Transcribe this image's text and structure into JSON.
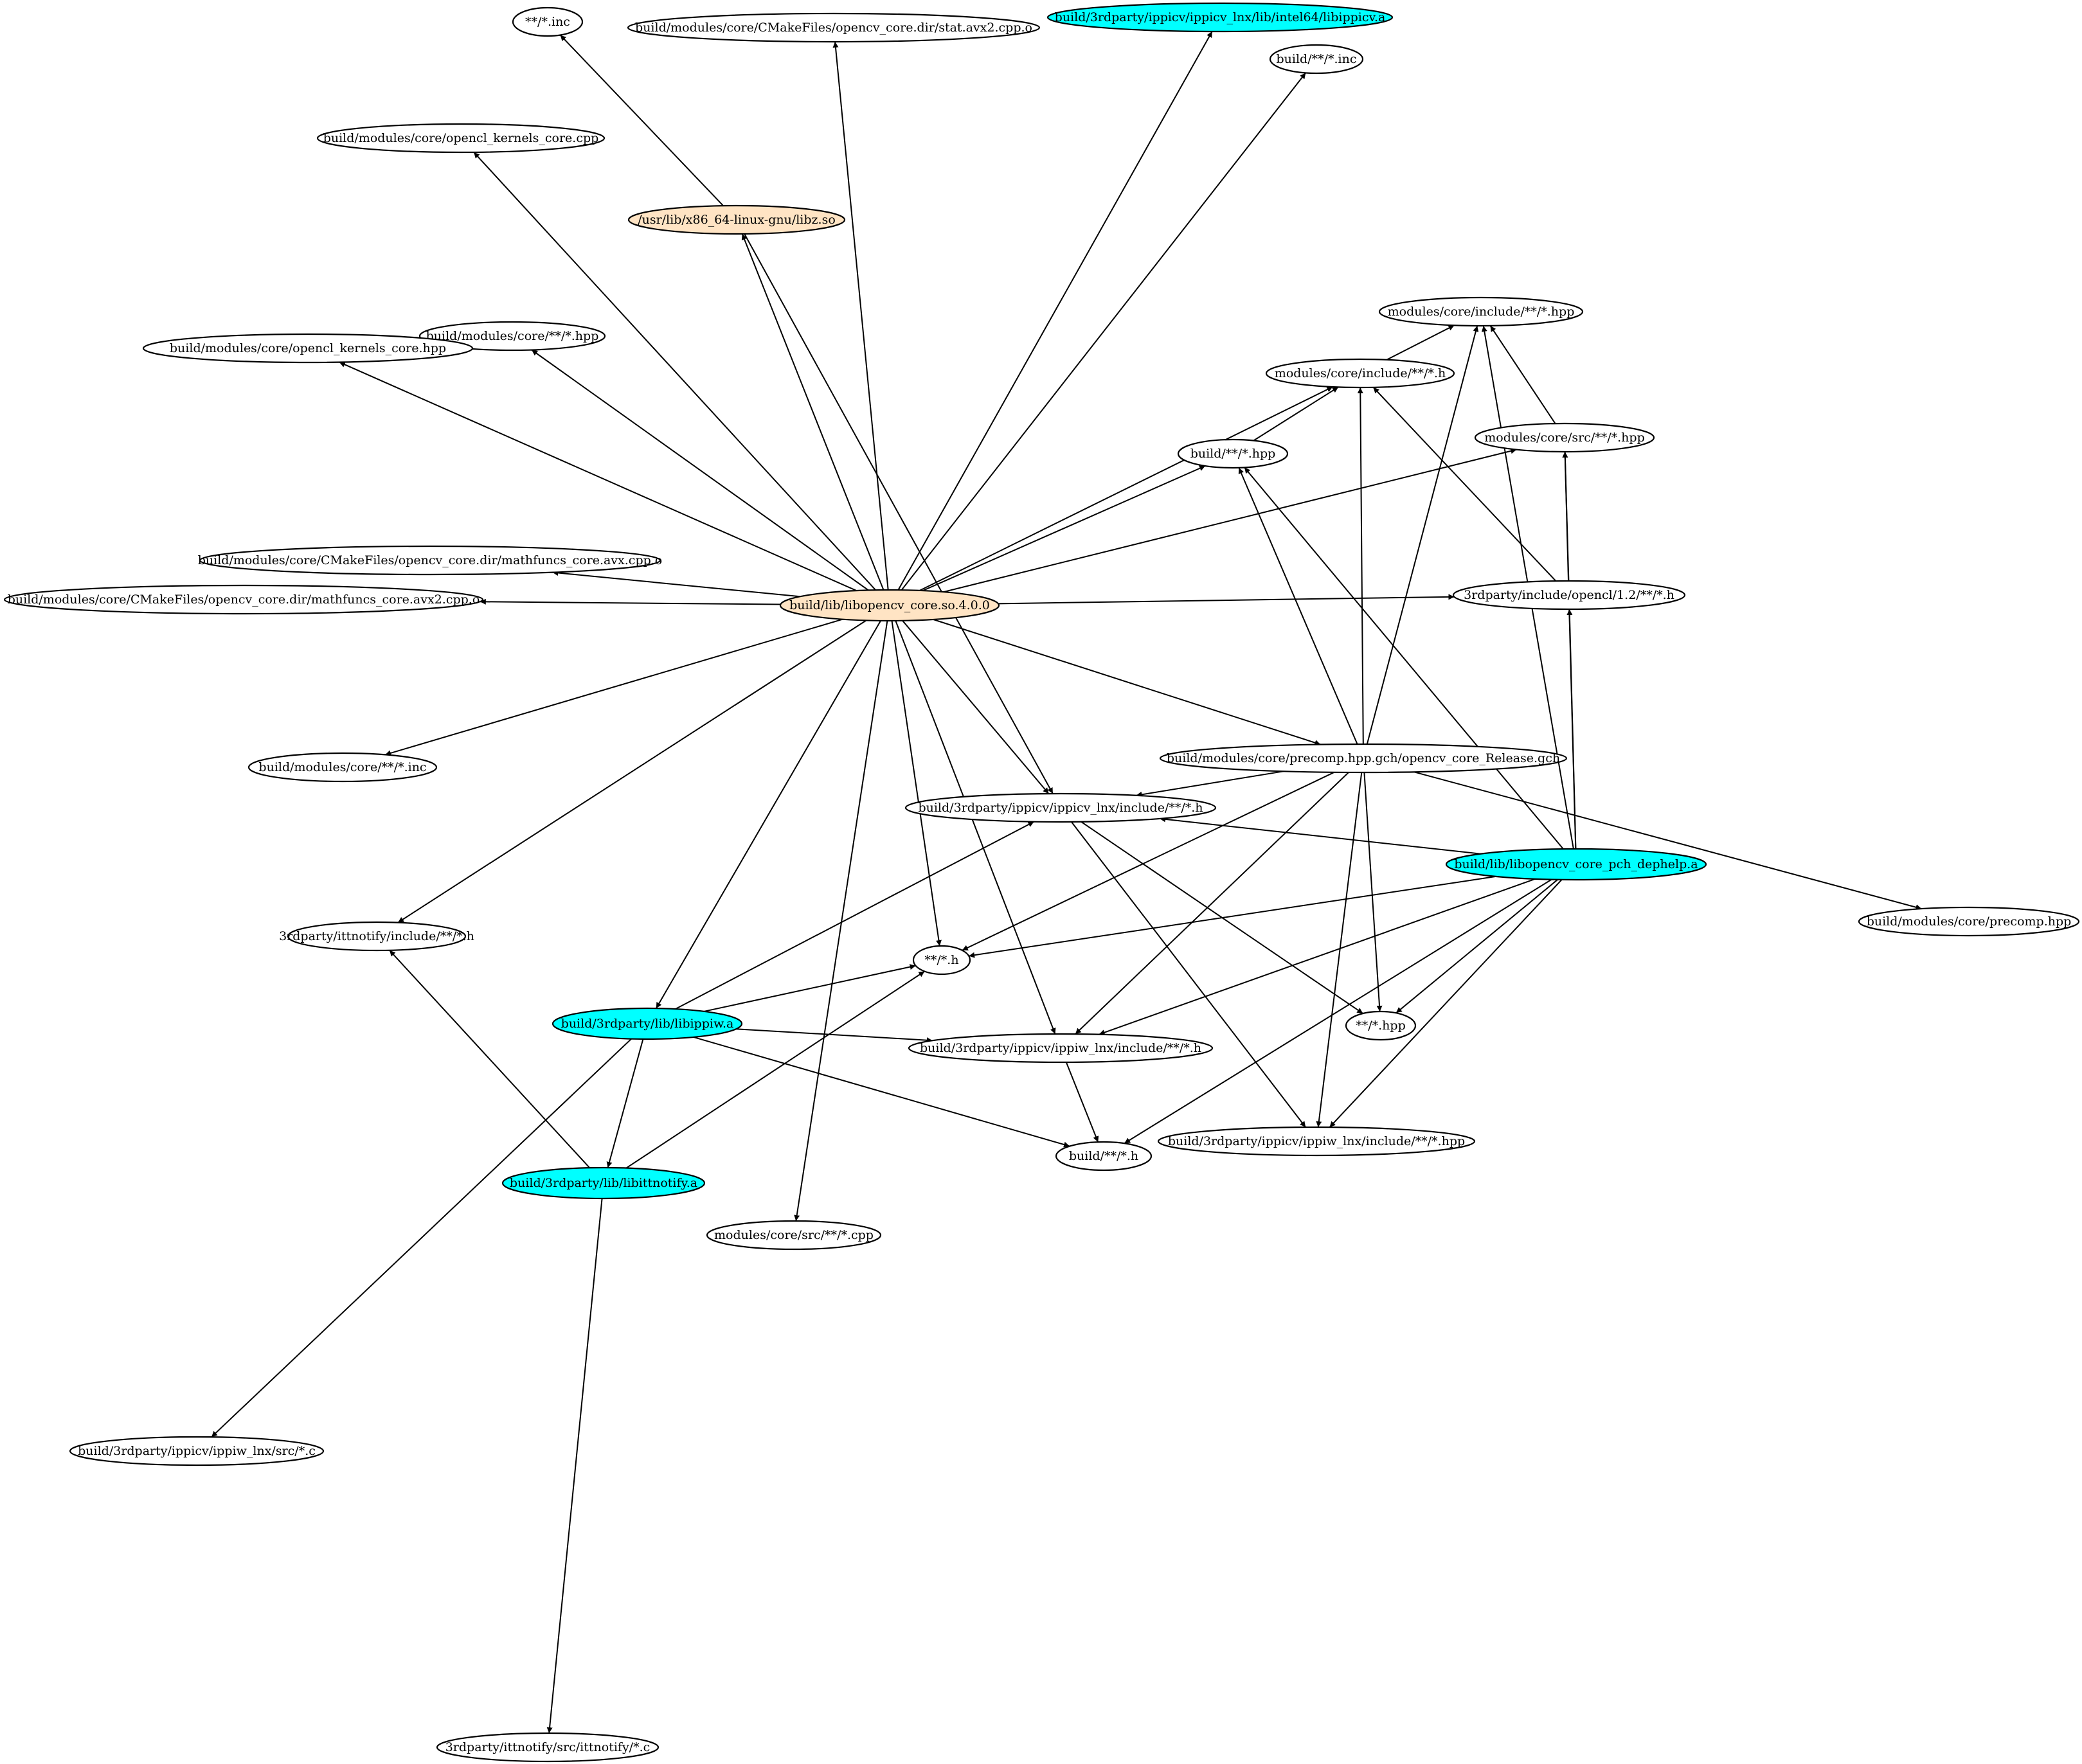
{
  "colors": {
    "default": "#ffffff",
    "tan": "#ffe4c4",
    "cyan": "#00ffff",
    "stroke": "#000000"
  },
  "nodes": [
    {
      "id": "inc",
      "label": "**/*.inc",
      "color": "default"
    },
    {
      "id": "statavx2",
      "label": "build/modules/core/CMakeFiles/opencv_core.dir/stat.avx2.cpp.o",
      "color": "default"
    },
    {
      "id": "libippicv",
      "label": "build/3rdparty/ippicv/ippicv_lnx/lib/intel64/libippicv.a",
      "color": "cyan"
    },
    {
      "id": "buildinc",
      "label": "build/**/*.inc",
      "color": "default"
    },
    {
      "id": "oclcpp",
      "label": "build/modules/core/opencl_kernels_core.cpp",
      "color": "default"
    },
    {
      "id": "libz",
      "label": "/usr/lib/x86_64-linux-gnu/libz.so",
      "color": "tan"
    },
    {
      "id": "modincl_hpp",
      "label": "modules/core/include/**/*.hpp",
      "color": "default"
    },
    {
      "id": "modincl_h",
      "label": "modules/core/include/**/*.h",
      "color": "default"
    },
    {
      "id": "buildmodhpp",
      "label": "build/modules/core/**/*.hpp",
      "color": "default"
    },
    {
      "id": "oclhpp",
      "label": "build/modules/core/opencl_kernels_core.hpp",
      "color": "default"
    },
    {
      "id": "modsrchpp",
      "label": "modules/core/src/**/*.hpp",
      "color": "default"
    },
    {
      "id": "buildhpp",
      "label": "build/**/*.hpp",
      "color": "default"
    },
    {
      "id": "mathavx",
      "label": "build/modules/core/CMakeFiles/opencv_core.dir/mathfuncs_core.avx.cpp.o",
      "color": "default"
    },
    {
      "id": "mathavx2",
      "label": "build/modules/core/CMakeFiles/opencv_core.dir/mathfuncs_core.avx2.cpp.o",
      "color": "default"
    },
    {
      "id": "libcore",
      "label": "build/lib/libopencv_core.so.4.0.0",
      "color": "tan"
    },
    {
      "id": "opencl12",
      "label": "3rdparty/include/opencl/1.2/**/*.h",
      "color": "default"
    },
    {
      "id": "buildmodinc",
      "label": "build/modules/core/**/*.inc",
      "color": "default"
    },
    {
      "id": "pch",
      "label": "build/modules/core/precomp.hpp.gch/opencv_core_Release.gch",
      "color": "default"
    },
    {
      "id": "ippicvincl",
      "label": "build/3rdparty/ippicv/ippicv_lnx/include/**/*.h",
      "color": "default"
    },
    {
      "id": "dephelp",
      "label": "build/lib/libopencv_core_pch_dephelp.a",
      "color": "cyan"
    },
    {
      "id": "precomphpp",
      "label": "build/modules/core/precomp.hpp",
      "color": "default"
    },
    {
      "id": "ittincl",
      "label": "3rdparty/ittnotify/include/**/*.h",
      "color": "default"
    },
    {
      "id": "anyh",
      "label": "**/*.h",
      "color": "default"
    },
    {
      "id": "libippiw",
      "label": "build/3rdparty/lib/libippiw.a",
      "color": "cyan"
    },
    {
      "id": "anyhpp",
      "label": "**/*.hpp",
      "color": "default"
    },
    {
      "id": "ippiwincl",
      "label": "build/3rdparty/ippicv/ippiw_lnx/include/**/*.h",
      "color": "default"
    },
    {
      "id": "ippiwinclhpp",
      "label": "build/3rdparty/ippicv/ippiw_lnx/include/**/*.hpp",
      "color": "default"
    },
    {
      "id": "buildh",
      "label": "build/**/*.h",
      "color": "default"
    },
    {
      "id": "libitt",
      "label": "build/3rdparty/lib/libittnotify.a",
      "color": "cyan"
    },
    {
      "id": "modsrccpp",
      "label": "modules/core/src/**/*.cpp",
      "color": "default"
    },
    {
      "id": "ippiwsrc",
      "label": "build/3rdparty/ippicv/ippiw_lnx/src/*.c",
      "color": "default"
    },
    {
      "id": "ittsrc",
      "label": "3rdparty/ittnotify/src/ittnotify/*.c",
      "color": "default"
    }
  ],
  "edges": [
    [
      "libz",
      "inc"
    ],
    [
      "libcore",
      "libz"
    ],
    [
      "libz",
      "ippicvincl"
    ],
    [
      "libcore",
      "statavx2"
    ],
    [
      "libcore",
      "libippicv"
    ],
    [
      "libcore",
      "buildinc"
    ],
    [
      "libcore",
      "oclcpp"
    ],
    [
      "libcore",
      "buildmodhpp"
    ],
    [
      "libcore",
      "oclhpp"
    ],
    [
      "libcore",
      "mathavx"
    ],
    [
      "libcore",
      "mathavx2"
    ],
    [
      "libcore",
      "buildmodinc"
    ],
    [
      "libcore",
      "ittincl"
    ],
    [
      "libcore",
      "modsrccpp"
    ],
    [
      "libcore",
      "anyh"
    ],
    [
      "libcore",
      "libippiw"
    ],
    [
      "libcore",
      "ippiwincl"
    ],
    [
      "libcore",
      "ippicvincl"
    ],
    [
      "libcore",
      "pch"
    ],
    [
      "libcore",
      "opencl12"
    ],
    [
      "libcore",
      "modsrchpp"
    ],
    [
      "libcore",
      "buildhpp"
    ],
    [
      "libcore",
      "modincl_h"
    ],
    [
      "modincl_h",
      "modincl_hpp"
    ],
    [
      "buildhpp",
      "modincl_h"
    ],
    [
      "pch",
      "buildhpp"
    ],
    [
      "pch",
      "modincl_h"
    ],
    [
      "pch",
      "modincl_hpp"
    ],
    [
      "pch",
      "ippicvincl"
    ],
    [
      "pch",
      "anyh"
    ],
    [
      "pch",
      "ippiwincl"
    ],
    [
      "pch",
      "ippiwinclhpp"
    ],
    [
      "pch",
      "anyhpp"
    ],
    [
      "pch",
      "precomphpp"
    ],
    [
      "opencl12",
      "modincl_h"
    ],
    [
      "opencl12",
      "modsrchpp"
    ],
    [
      "modsrchpp",
      "modincl_hpp"
    ],
    [
      "dephelp",
      "buildhpp"
    ],
    [
      "dephelp",
      "modincl_hpp"
    ],
    [
      "dephelp",
      "modsrchpp"
    ],
    [
      "dephelp",
      "opencl12"
    ],
    [
      "dephelp",
      "ippicvincl"
    ],
    [
      "dephelp",
      "anyh"
    ],
    [
      "dephelp",
      "ippiwincl"
    ],
    [
      "dephelp",
      "anyhpp"
    ],
    [
      "dephelp",
      "buildh"
    ],
    [
      "dephelp",
      "ippiwinclhpp"
    ],
    [
      "ippicvincl",
      "anyhpp"
    ],
    [
      "ippicvincl",
      "ippiwinclhpp"
    ],
    [
      "ippiwincl",
      "buildh"
    ],
    [
      "libippiw",
      "ippicvincl"
    ],
    [
      "libippiw",
      "anyh"
    ],
    [
      "libippiw",
      "ippiwincl"
    ],
    [
      "libippiw",
      "buildh"
    ],
    [
      "libippiw",
      "libitt"
    ],
    [
      "libippiw",
      "ippiwsrc"
    ],
    [
      "libitt",
      "ittincl"
    ],
    [
      "libitt",
      "anyh"
    ],
    [
      "libitt",
      "ittsrc"
    ]
  ]
}
